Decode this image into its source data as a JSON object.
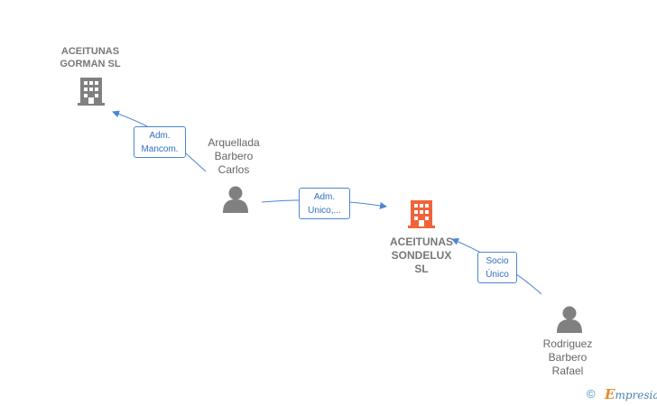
{
  "nodes": {
    "gorman": {
      "line1": "ACEITUNAS",
      "line2": "GORMAN SL"
    },
    "sondelux": {
      "line1": "ACEITUNAS",
      "line2": "SONDELUX",
      "line3": "SL"
    },
    "arquellada": {
      "line1": "Arquellada",
      "line2": "Barbero",
      "line3": "Carlos"
    },
    "rodriguez": {
      "line1": "Rodriguez",
      "line2": "Barbero",
      "line3": "Rafael"
    }
  },
  "edges": {
    "arquellada_gorman": {
      "line1": "Adm.",
      "line2": "Mancom."
    },
    "arquellada_sondelux": {
      "line1": "Adm.",
      "line2": "Unico,..."
    },
    "rodriguez_sondelux": {
      "line1": "Socio",
      "line2": "Único"
    }
  },
  "footer": {
    "copyright_symbol": "©",
    "brand_initial": "E",
    "brand_rest": "mpresia"
  },
  "colors": {
    "edge": "#4a86d4",
    "company": "#808080",
    "focus_company": "#f0633a",
    "person": "#808080"
  },
  "icons": {
    "company": "building-icon",
    "person": "person-icon"
  }
}
